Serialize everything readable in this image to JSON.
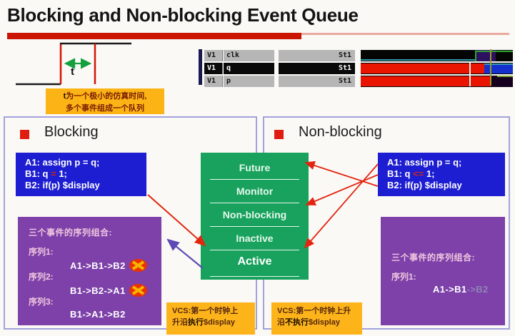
{
  "slide": {
    "title": "Blocking and Non-blocking Event Queue"
  },
  "pulse": {
    "t_label": "t",
    "note_line1_bold": "t",
    "note_line1_rest": "为一个极小的仿真时间,",
    "note_line2": "多个事件组成一个队列"
  },
  "wave_viewer": {
    "rows": [
      {
        "group": "V1",
        "signal": "clk",
        "value": "St1"
      },
      {
        "group": "V1",
        "signal": "q",
        "value": "St1"
      },
      {
        "group": "V1",
        "signal": "p",
        "value": "St1"
      }
    ]
  },
  "queue": {
    "rows": [
      "Future",
      "Monitor",
      "Non-blocking",
      "Inactive",
      "Active"
    ]
  },
  "blocking": {
    "heading": "Blocking",
    "code": {
      "a1": "A1: assign p = q;",
      "b1_pre": "B1: q ",
      "b1_op": "=",
      "b1_post": " 1;",
      "b2": "B2: if(p) $display"
    },
    "seq_title": "三个事件的序列组合:",
    "seq1_label": "序列1:",
    "seq1": "A1->B1->B2",
    "seq2_label": "序列2:",
    "seq2": "B1->B2->A1",
    "seq3_label": "序列3:",
    "seq3": "B1->A1->B2",
    "vcs_line1": "VCS:第一个时钟上",
    "vcs_line2_pre": "升沿",
    "vcs_line2_bold": "执行",
    "vcs_line2_post": "$display"
  },
  "nonblocking": {
    "heading": "Non-blocking",
    "code": {
      "a1": "A1: assign p = q;",
      "b1_pre": "B1: q ",
      "b1_op": "<=",
      "b1_post": " 1;",
      "b2": "B2: if(p) $display"
    },
    "seq_title": "三个事件的序列组合:",
    "seq1_label": "序列1:",
    "seq1_main": "A1->B1",
    "seq1_dim": "->B2",
    "vcs_line1": "VCS:第一个时钟上升",
    "vcs_line2_pre": "沿",
    "vcs_line2_bold": "不执行",
    "vcs_line2_post": "$display"
  },
  "colors": {
    "title_bar_red": "#cc1403",
    "code_box_blue": "#1d1dd2",
    "code_op_red": "#cf2a10",
    "queue_green": "#18a25d",
    "purple_box": "#7d41a9",
    "note_yellow": "#fdb41a",
    "section_border": "#a3a3dc",
    "wave_red": "#ea1500",
    "wave_blue": "#1530cc",
    "arrow_red": "#e3250f",
    "arrow_purple": "#5c49b5"
  }
}
